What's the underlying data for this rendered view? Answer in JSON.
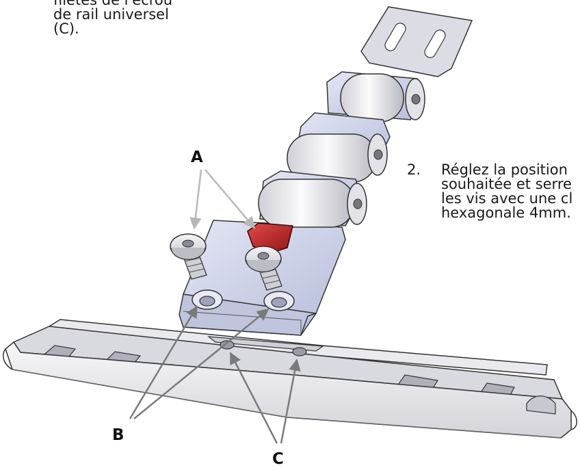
{
  "instructions": {
    "top_note": {
      "lines": [
        "filetés de l'écrou",
        "de rail universel",
        "(C)."
      ]
    },
    "step_2": {
      "number": "2.",
      "lines": [
        "Réglez la position",
        "souhaitée et serre",
        "les vis avec une cl",
        "hexagonale 4mm."
      ]
    }
  },
  "callouts": {
    "a": "A",
    "b": "B",
    "c": "C"
  },
  "colors": {
    "metal_light": "#e6e6ea",
    "metal_blue": "#c4c9e2",
    "metal_dark": "#8a8d9a",
    "latch_red": "#b81d1d",
    "arrow_light": "#b8b8b8",
    "arrow_dark": "#7a7a7a"
  }
}
